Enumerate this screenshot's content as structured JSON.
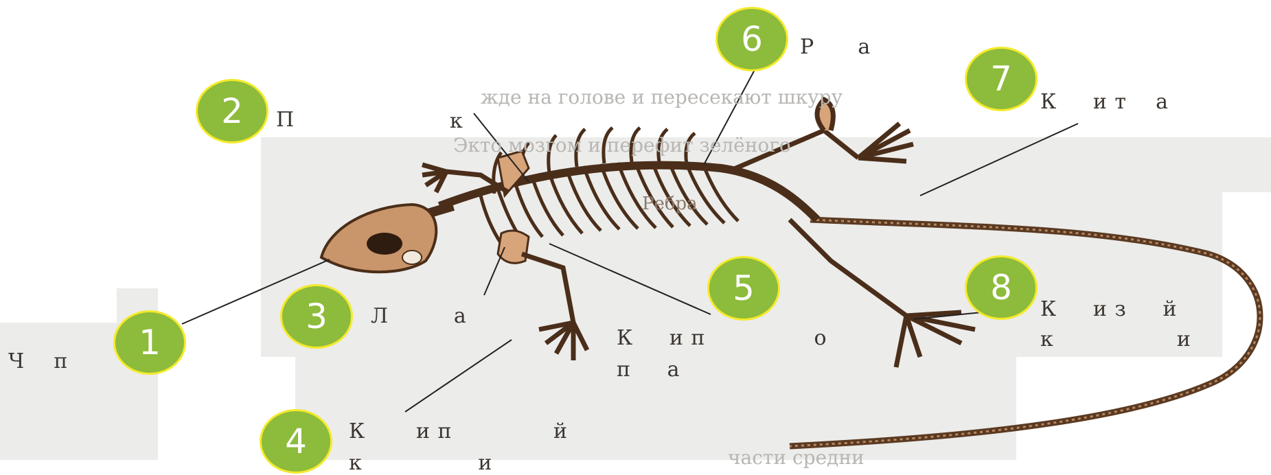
{
  "background_text": {
    "ribs_caption": "Ребра",
    "line1": "жде на голове и пересекают шкуру",
    "line2": "Экто мозгом и перефит зелёного",
    "line3": "части средни"
  },
  "callouts": [
    {
      "number": "1",
      "label_line1": "Ч    п",
      "label_line2": ""
    },
    {
      "number": "2",
      "label_line1": "П",
      "label_line2": ""
    },
    {
      "number": "3",
      "label_line1": "Л         а",
      "label_line2": ""
    },
    {
      "number": "4",
      "label_line1": "К       и п              й",
      "label_line2": "к                и"
    },
    {
      "number": "5",
      "label_line1": "К     и п               о",
      "label_line2": "п     а"
    },
    {
      "number": "6",
      "label_line1": "Р      а",
      "label_line2": ""
    },
    {
      "number": "7",
      "label_line1": "К     и т    а",
      "label_line2": ""
    },
    {
      "number": "8",
      "label_line1": "К     и з     й",
      "label_line2": "к                 и"
    }
  ],
  "extra_label": "к",
  "colors": {
    "badge_fill": "#8dbb3b",
    "badge_border": "#f4ea2a",
    "bone": "#5a3a22",
    "bone_light": "#c9956a"
  }
}
